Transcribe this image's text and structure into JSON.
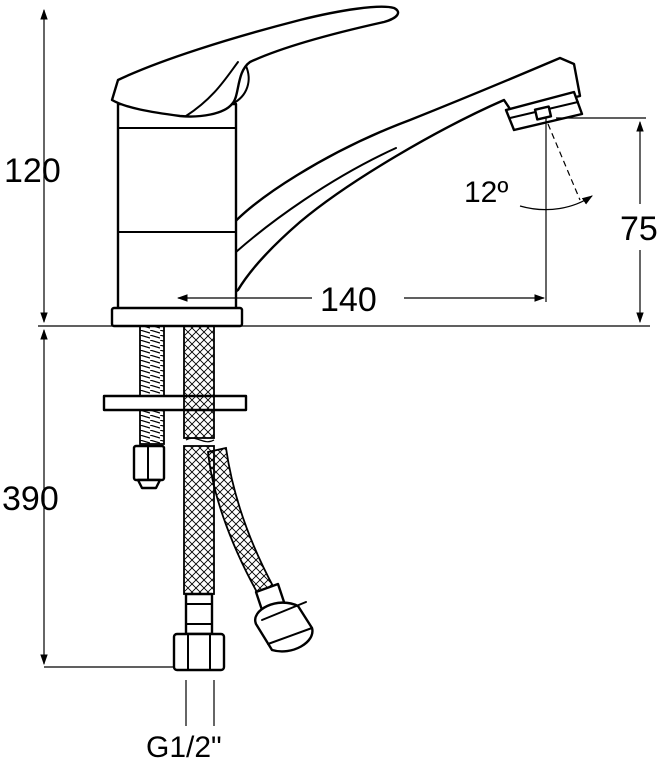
{
  "dimensions": {
    "height_above_base": "120",
    "spout_reach": "140",
    "spout_outlet_height": "75",
    "hose_length": "390",
    "aerator_angle": "12º",
    "connection_thread": "G1/2\""
  }
}
